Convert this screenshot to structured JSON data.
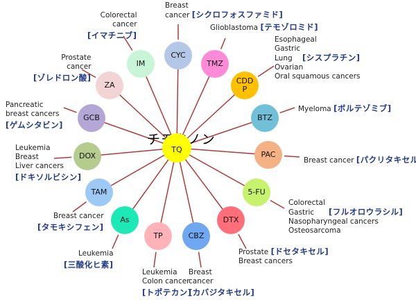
{
  "center": {
    "abbr": "TQ",
    "name_jp": "チモキノン",
    "color": "#ffff00"
  },
  "link_color": "#b03a3a",
  "drugs": [
    {
      "abbr": "CYC",
      "color": "#b4c7e7",
      "cancers": [
        "Breast",
        "cancer"
      ],
      "jp": "[シクロフォスファミド]"
    },
    {
      "abbr": "TMZ",
      "color": "#ff8ad8",
      "cancers": [
        "Glioblastoma"
      ],
      "jp": "[テモゾロミド]"
    },
    {
      "abbr": "CDD P",
      "color": "#ffc000",
      "cancers": [
        "Esophageal",
        "Gastric",
        "Lung",
        "Ovarian",
        "Oral squamous cancers"
      ],
      "jp": "[シスプラチン]"
    },
    {
      "abbr": "BTZ",
      "color": "#70c0d8",
      "cancers": [
        "Myeloma"
      ],
      "jp": "[ボルテゾミブ]"
    },
    {
      "abbr": "PAC",
      "color": "#f4b183",
      "cancers": [
        "Breast cancer"
      ],
      "jp": "[パクリタキセル]"
    },
    {
      "abbr": "5-FU",
      "color": "#c6f26e",
      "cancers": [
        "Colorectal",
        "Gastric",
        "Nasopharyngeal cancers",
        "Osteosarcoma"
      ],
      "jp": "[フルオロウラシル]"
    },
    {
      "abbr": "DTX",
      "color": "#ff6f7a",
      "cancers": [
        "Prostate",
        "Breast cancers"
      ],
      "jp": "[ドセタキセル]"
    },
    {
      "abbr": "CBZ",
      "color": "#6fa8f0",
      "cancers": [
        "Breast",
        "cancer"
      ],
      "jp": "[カバジタキセル]"
    },
    {
      "abbr": "TP",
      "color": "#ffb3b8",
      "cancers": [
        "Leukemia",
        "Colon cancer"
      ],
      "jp": "[トポテカン]"
    },
    {
      "abbr": "As",
      "color": "#1de9b6",
      "cancers": [
        "Leukemia"
      ],
      "jp": "[三酸化ヒ素]"
    },
    {
      "abbr": "TAM",
      "color": "#9cc9f5",
      "cancers": [
        "Breast cancer"
      ],
      "jp": "[タモキシフェン]"
    },
    {
      "abbr": "DOX",
      "color": "#b5cc8e",
      "cancers": [
        "Leukemia",
        "Breast",
        "Liver cancers"
      ],
      "jp": "[ドキソルビシン]"
    },
    {
      "abbr": "GCB",
      "color": "#b4a7d6",
      "cancers": [
        "Pancreatic",
        "breast cancers"
      ],
      "jp": "[ゲムシタビン]"
    },
    {
      "abbr": "ZA",
      "color": "#f2d4d4",
      "cancers": [
        "Prostate",
        "cancer"
      ],
      "jp": "[ゾレドロン酸]"
    },
    {
      "abbr": "IM",
      "color": "#c8f5d8",
      "cancers": [
        "Colorectal",
        "cancer"
      ],
      "jp": "[イマチニブ]"
    }
  ]
}
